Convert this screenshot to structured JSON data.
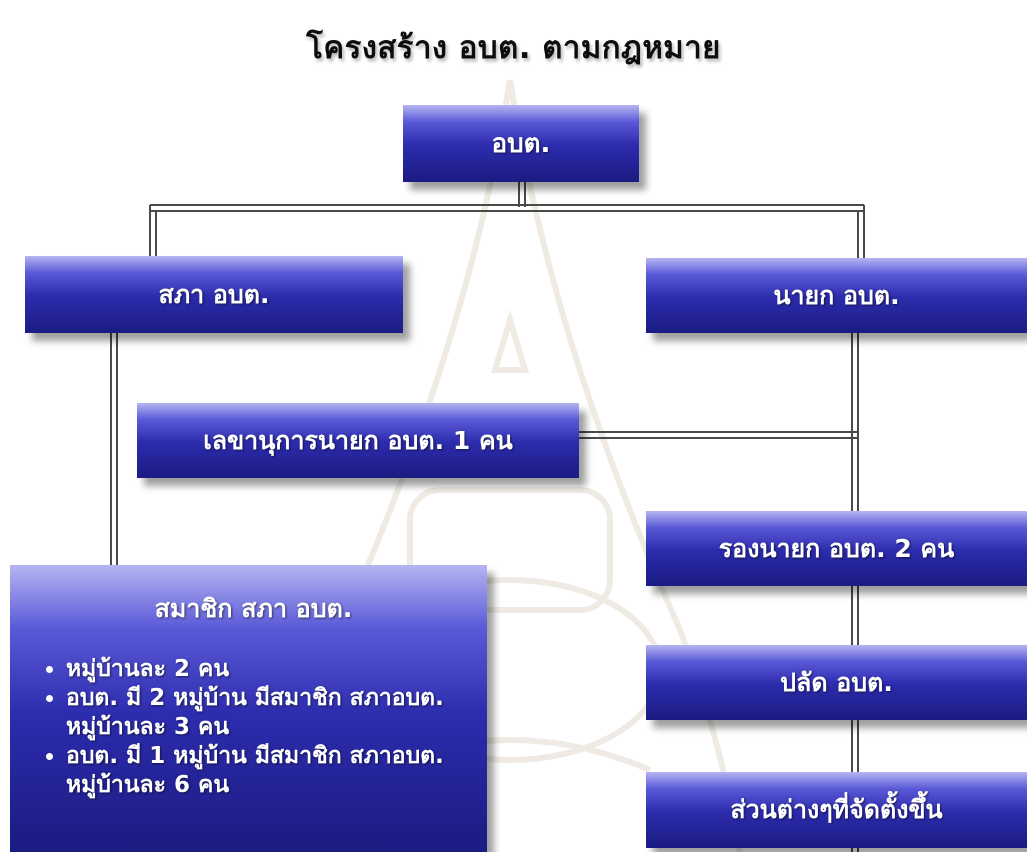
{
  "title": "โครงสร้าง อบต. ตามกฎหมาย",
  "nodes": {
    "obt": "อบต.",
    "council": "สภา  อบต.",
    "mayor": "นายก อบต.",
    "secretary": "เลขานุการนายก อบต. 1  คน",
    "deputy": "รองนายก อบต. 2 คน",
    "clerk": "ปลัด อบต.",
    "departments": "ส่วนต่างๆที่จัดตั้งขึ้น"
  },
  "members": {
    "title": "สมาชิก สภา อบต.",
    "items": [
      "หมู่บ้านละ 2 คน",
      "อบต. มี 2 หมู่บ้าน มีสมาชิก สภาอบต. หมู่บ้านละ 3 คน",
      "อบต. มี 1 หมู่บ้าน มีสมาชิก สภาอบต. หมู่บ้านละ 6 คน"
    ]
  },
  "colors": {
    "box_top": "#b5b5f2",
    "box_mid": "#2c2cae",
    "box_bottom": "#1b1b82",
    "connector": "#4a4a4a"
  }
}
